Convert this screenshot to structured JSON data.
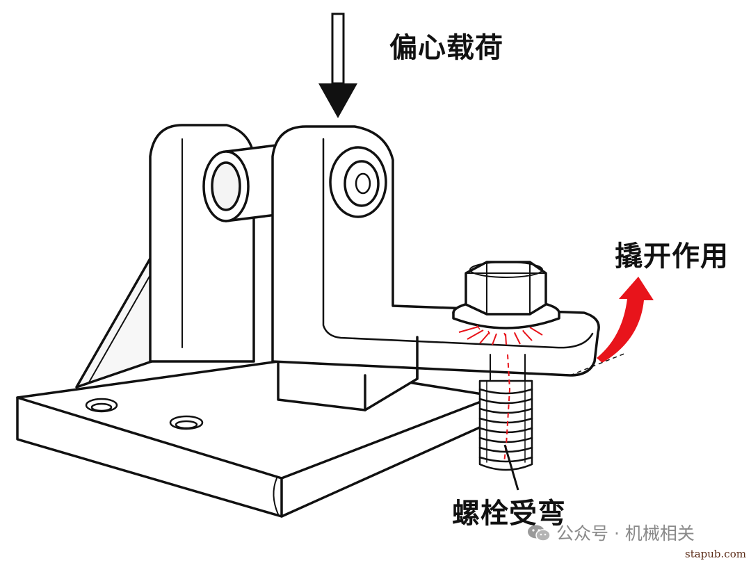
{
  "labels": {
    "eccentric_load": "偏心载荷",
    "prying_action": "撬开作用",
    "bolt_bending": "螺栓受弯"
  },
  "watermark": {
    "text": "公众号 · 机械相关",
    "icon": "wechat-icon"
  },
  "site": "stapub.com",
  "colors": {
    "line": "#111111",
    "fill": "#ffffff",
    "shadow": "#f0f0f0",
    "accent": "#e8141b",
    "watermark": "#8a8a8a"
  }
}
